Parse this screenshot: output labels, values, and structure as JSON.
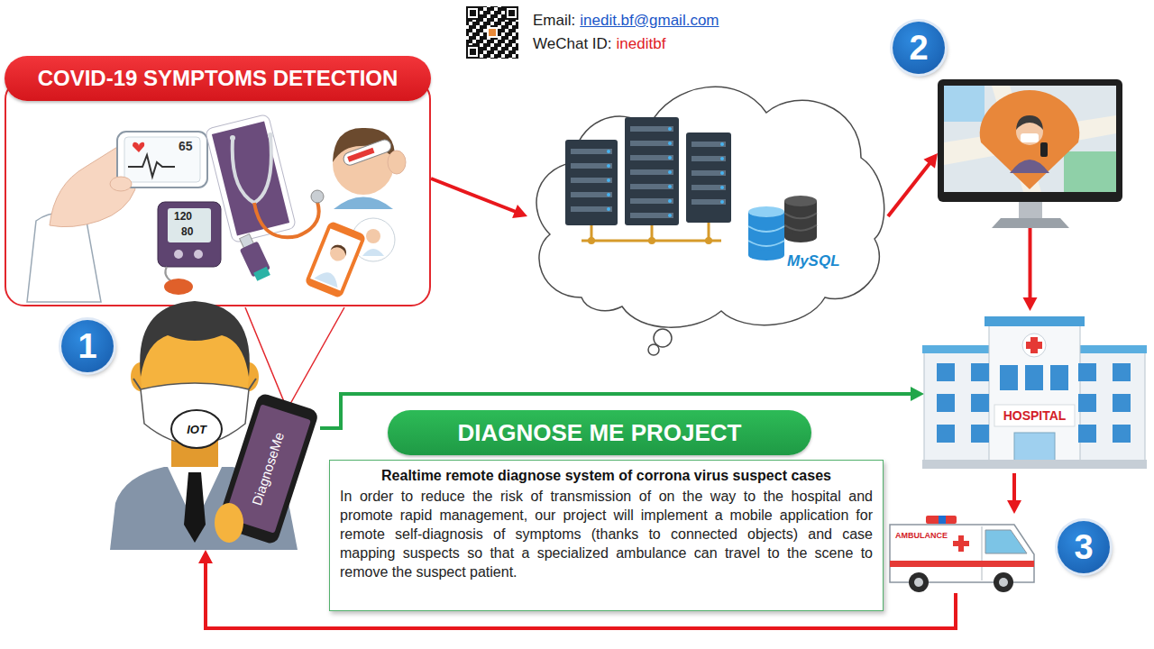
{
  "diagram": {
    "nodes": [
      {
        "text": [
          "COVID-19 SYMPTOMS DETECTION"
        ]
      },
      {
        "text": [
          "MySQL"
        ]
      },
      {
        "text": [
          "2"
        ]
      },
      {
        "text": [
          "1",
          "IOT"
        ]
      },
      {
        "text": [
          "DiagnoseMe"
        ],
        "in": 3
      },
      {
        "text": [
          "HOSPITAL"
        ]
      },
      {
        "text": [
          "DIAGNOSE ME PROJECT"
        ]
      },
      {
        "text": [
          "Realtime remote diagnose system of corrona virus suspect cases",
          "In order to reduce the risk of transmission of  on the way to the hospital and promote rapid management, our project will implement a mobile application for remote self-diagnosis of symptoms (thanks to connected objects) and case mapping suspects so that a specialized ambulance can travel to the scene to remove the suspect patient."
        ]
      },
      {
        "text": [
          "AMBULANCE",
          "3"
        ]
      }
    ],
    "edges": [
      {
        "from": 0,
        "to": 1,
        "arrow": "to"
      },
      {
        "from": 1,
        "to": 2,
        "arrow": "to"
      },
      {
        "from": 2,
        "to": 5,
        "arrow": "to"
      },
      {
        "from": 5,
        "to": 8,
        "arrow": "to"
      },
      {
        "from": 8,
        "to": 3,
        "arrow": "to"
      },
      {
        "from": 4,
        "to": 5,
        "arrow": "to"
      }
    ],
    "labels": [
      "Email:",
      "inedit.bf@gmail.com",
      "WeChat ID:",
      "ineditbf",
      "65",
      "120",
      "80"
    ]
  }
}
